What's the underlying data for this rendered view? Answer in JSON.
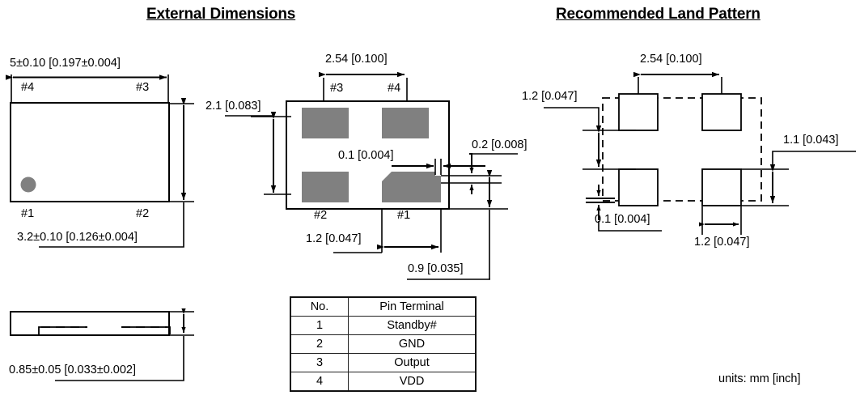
{
  "page": {
    "units_note": "units:  mm [inch]",
    "colors": {
      "pad_fill": "#808080",
      "line": "#000000",
      "background": "#ffffff"
    }
  },
  "sections": {
    "external": {
      "title": "External Dimensions",
      "top_view": {
        "width_dim": "5±0.10 [0.197±0.004]",
        "height_dim": "3.2±0.10 [0.126±0.004]",
        "pin_top_left": "#4",
        "pin_top_right": "#3",
        "pin_bottom_left": "#1",
        "pin_bottom_right": "#2"
      },
      "side_view": {
        "thickness_dim": "0.85±0.05 [0.033±0.002]"
      },
      "bottom_view": {
        "pad_pitch_dim": "2.54 [0.100]",
        "pad_span_dim": "2.1 [0.083]",
        "gap_dim": "0.1 [0.004]",
        "pad_height_dim": "0.2 [0.008]",
        "pad_offset_dim": "1.2 [0.047]",
        "pad_width_dim": "0.9 [0.035]",
        "pin_top_left": "#3",
        "pin_top_right": "#4",
        "pin_bottom_left": "#2",
        "pin_bottom_right": "#1"
      }
    },
    "land_pattern": {
      "title": "Recommended Land Pattern",
      "pitch_dim": "2.54 [0.100]",
      "vertical_pitch_dim": "1.2 [0.047]",
      "pad_height_dim": "1.1 [0.043]",
      "clearance_dim": "0.1 [0.004]",
      "pad_width_dim": "1.2 [0.047]"
    }
  },
  "pin_table": {
    "headers": [
      "No.",
      "Pin Terminal"
    ],
    "rows": [
      [
        "1",
        "Standby#"
      ],
      [
        "2",
        "GND"
      ],
      [
        "3",
        "Output"
      ],
      [
        "4",
        "VDD"
      ]
    ]
  }
}
